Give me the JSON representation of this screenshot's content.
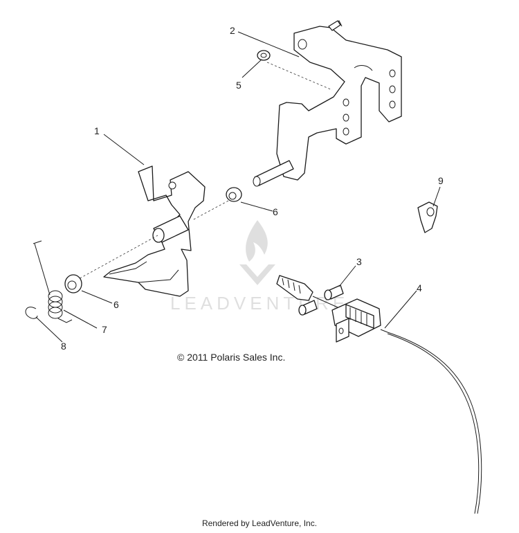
{
  "copyright": "© 2011 Polaris Sales Inc.",
  "rendered_by": "Rendered by LeadVenture, Inc.",
  "watermark": "LEADVENTURE",
  "callouts": [
    "1",
    "2",
    "3",
    "4",
    "5",
    "6",
    "6",
    "7",
    "8",
    "9"
  ]
}
